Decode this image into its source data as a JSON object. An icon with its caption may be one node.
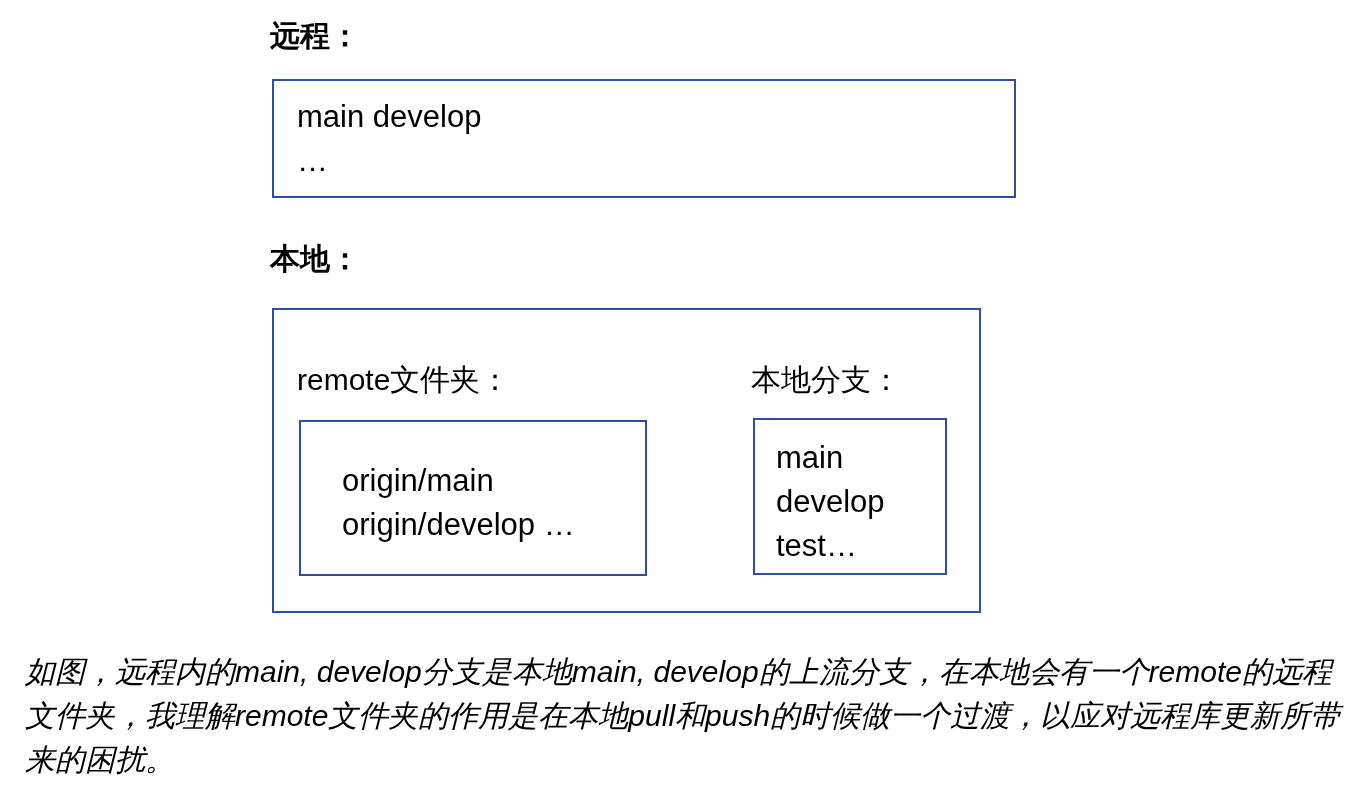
{
  "diagram": {
    "nodes": [
      {
        "text": [
          "远程：",
          "main develop …"
        ]
      },
      {
        "text": [
          "本地："
        ]
      },
      {
        "text": [
          "remote文件夹：",
          "origin/main origin/develop …"
        ],
        "in": 1
      },
      {
        "text": [
          "本地分支：",
          "main develop test…"
        ],
        "in": 1
      }
    ],
    "caption": "如图，远程内的main, develop分支是本地main, develop的上流分支，在本地会有一个remote的远程文件夹，我理解remote文件夹的作用是在本地pull和push的时候做一个过渡，以应对远程库更新所带来的困扰。"
  }
}
